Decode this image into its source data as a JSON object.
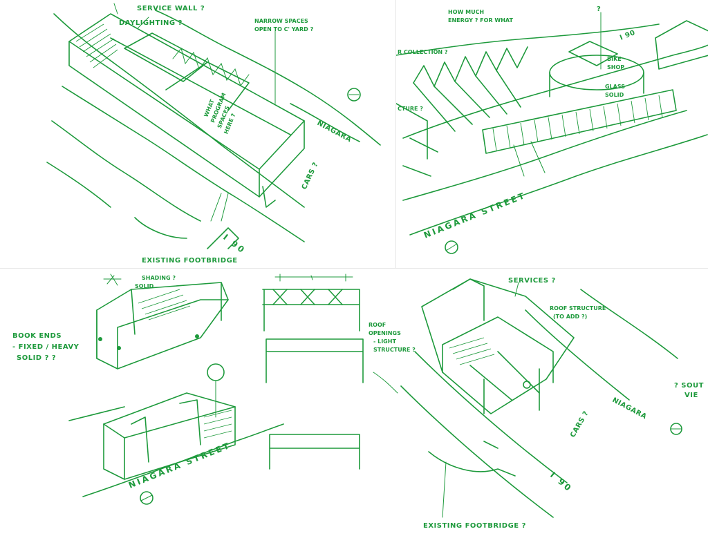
{
  "ink_color": "#1e9a3c",
  "sketch1": {
    "labels": {
      "service_wall": "SERVICE WALL ?",
      "daylighting": "DAYLIGHTING ?",
      "narrow_spaces_1": "NARROW SPACES",
      "narrow_spaces_2": "OPEN TO C' YARD ?",
      "what_program_1": "WHAT",
      "what_program_2": "PROGRAM",
      "what_program_3": "SPACES",
      "what_program_4": "HERE ?",
      "niagara": "NIAGARA",
      "cars": "CARS ?",
      "i90": "I 90",
      "existing_footbridge": "EXISTING FOOTBRIDGE"
    }
  },
  "sketch2": {
    "labels": {
      "question": "?",
      "how_much_1": "HOW MUCH",
      "how_much_2": "ENERGY ? FOR WHAT",
      "collection": "R COLLECTION ?",
      "i90": "I 90",
      "bike_shop_1": "BIKE",
      "bike_shop_2": "SHOP",
      "glass_solid_1": "GLASS",
      "glass_solid_2": "SOLID",
      "structure": "CTURE ?",
      "niagara_street": "NIAGARA STREET"
    }
  },
  "sketch3": {
    "labels": {
      "shading_1": "SHADING ?",
      "shading_2": "SOLID",
      "book_ends_1": "BOOK ENDS",
      "book_ends_2": "- FIXED / HEAVY",
      "book_ends_3": "SOLID ? ?",
      "niagara_street": "NIAGARA STREET",
      "roof_1": "ROOF",
      "roof_2": "OPENINGS",
      "roof_3": "- LIGHT",
      "roof_4": "STRUCTURE ?",
      "services": "SERVICES ?",
      "roof_structure_1": "ROOF STRUCTURE",
      "roof_structure_2": "(TO ADD ?)",
      "south_views_1": "? SOUT",
      "south_views_2": "VIE",
      "niagara": "NIAGARA",
      "cars": "CARS ?",
      "i90": "I 90",
      "existing_footbridge": "EXISTING FOOTBRIDGE ?"
    }
  }
}
